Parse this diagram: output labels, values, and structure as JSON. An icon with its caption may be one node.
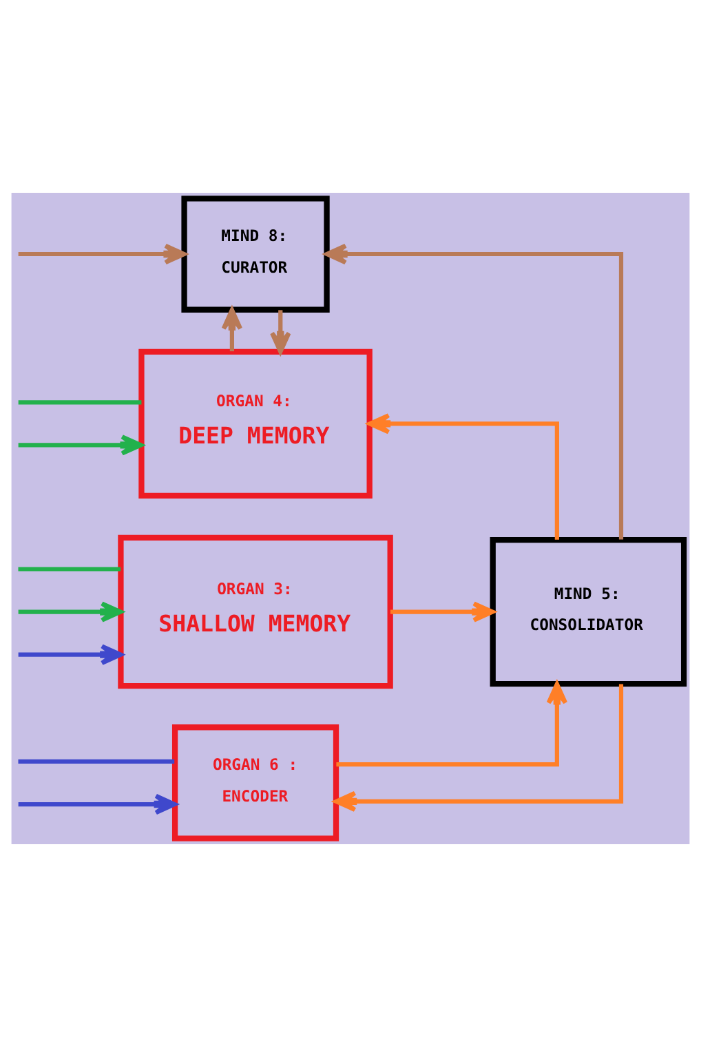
{
  "diagram": {
    "nodes": [
      {
        "text": [
          "MIND 8:",
          "CURATOR"
        ]
      },
      {
        "text": [
          "ORGAN 4:",
          "DEEP MEMORY"
        ]
      },
      {
        "text": [
          "MIND 5:",
          "CONSOLIDATOR"
        ]
      },
      {
        "text": [
          "ORGAN 3:",
          "SHALLOW MEMORY"
        ]
      },
      {
        "text": [
          "ORGAN 6 :",
          "ENCODER"
        ]
      }
    ],
    "edges": [
      {
        "from": null,
        "to": 0,
        "arrow": "to",
        "color": "#b97a57"
      },
      {
        "from": 2,
        "to": 0,
        "arrow": "to",
        "color": "#b97a57"
      },
      {
        "from": 0,
        "to": 1,
        "arrow": "to",
        "color": "#b97a57"
      },
      {
        "from": 1,
        "to": 0,
        "arrow": "to",
        "color": "#b97a57"
      },
      {
        "from": 1,
        "to": null,
        "arrow": "none",
        "color": "#22b14c"
      },
      {
        "from": null,
        "to": 1,
        "arrow": "to",
        "color": "#22b14c"
      },
      {
        "from": 2,
        "to": 1,
        "arrow": "to",
        "color": "#ff7f27"
      },
      {
        "from": 3,
        "to": null,
        "arrow": "none",
        "color": "#22b14c"
      },
      {
        "from": null,
        "to": 3,
        "arrow": "to",
        "color": "#22b14c"
      },
      {
        "from": null,
        "to": 3,
        "arrow": "to",
        "color": "#3f48cc"
      },
      {
        "from": 3,
        "to": 2,
        "arrow": "to",
        "color": "#ff7f27"
      },
      {
        "from": 4,
        "to": null,
        "arrow": "none",
        "color": "#3f48cc"
      },
      {
        "from": null,
        "to": 4,
        "arrow": "to",
        "color": "#3f48cc"
      },
      {
        "from": 4,
        "to": 2,
        "arrow": "to",
        "color": "#ff7f27"
      },
      {
        "from": 2,
        "to": 4,
        "arrow": "to",
        "color": "#ff7f27"
      }
    ]
  }
}
